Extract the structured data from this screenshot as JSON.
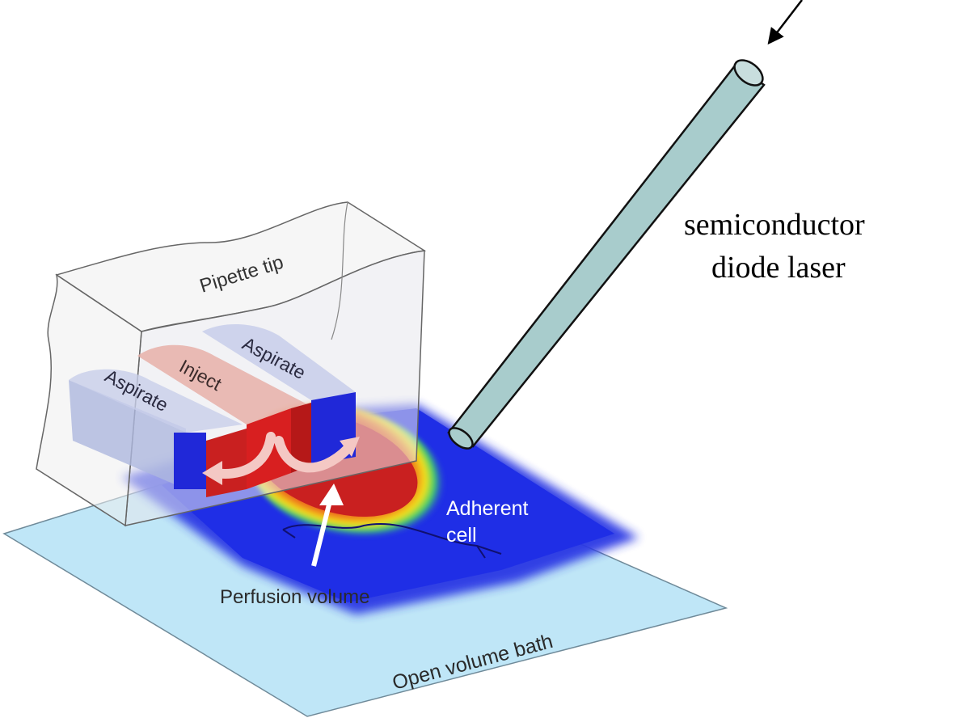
{
  "labels": {
    "pipette_tip": "Pipette tip",
    "aspirate_left": "Aspirate",
    "inject": "Inject",
    "aspirate_right": "Aspirate",
    "adherent_cell_line1": "Adherent",
    "adherent_cell_line2": "cell",
    "perfusion_volume": "Perfusion volume",
    "open_volume_bath": "Open volume bath",
    "laser_line1": "semiconductor",
    "laser_line2": "diode laser"
  },
  "colors": {
    "bath": "#bfe6f7",
    "bath_stroke": "#6f8a99",
    "substrate_blue": "#2a35e0",
    "perfusion_red": "#d42424",
    "laser_fiber": "#a8cccc",
    "pipette_stroke": "#666666"
  },
  "icons": [
    "arrow-down-left-icon",
    "arrow-up-icon"
  ]
}
